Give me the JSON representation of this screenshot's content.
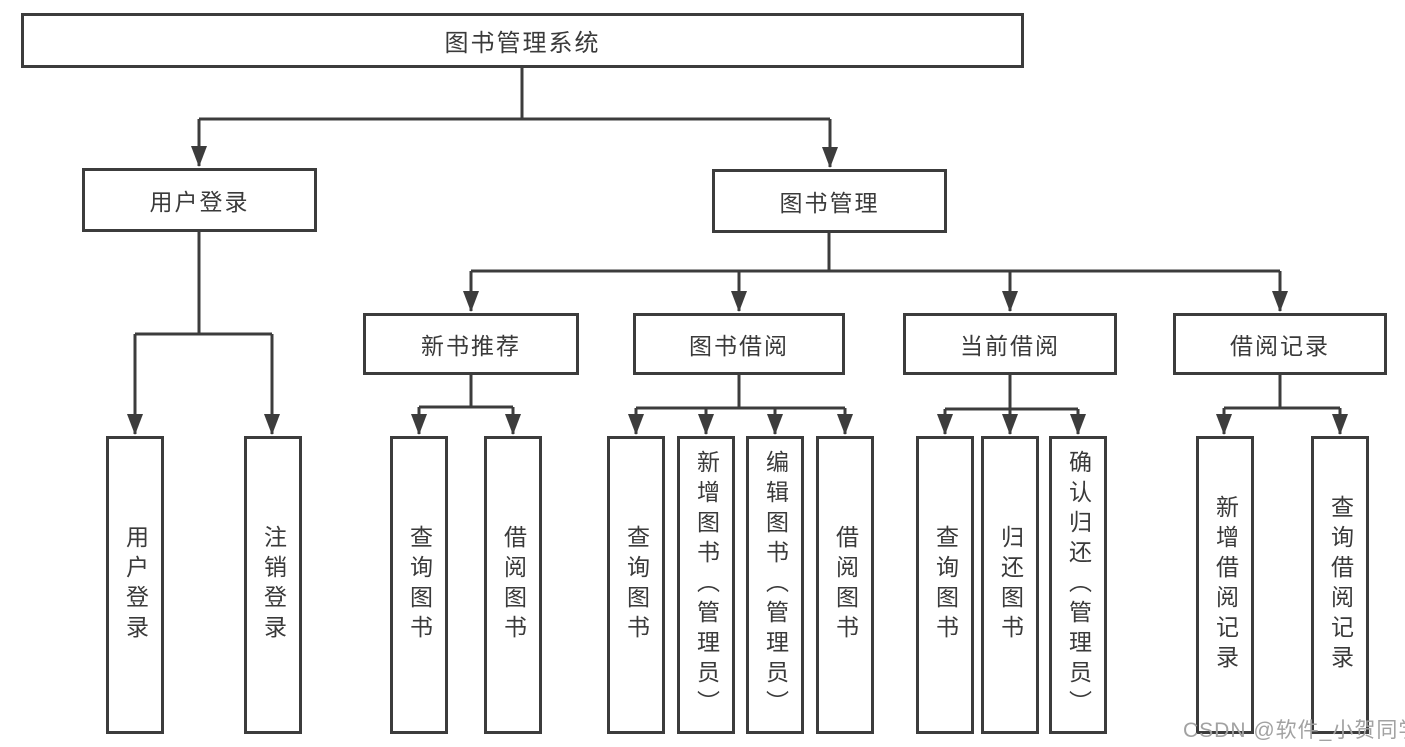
{
  "diagram": {
    "type": "hierarchy",
    "root": {
      "label": "图书管理系统"
    },
    "level2": [
      {
        "label": "用户登录"
      },
      {
        "label": "图书管理"
      }
    ],
    "level3": [
      {
        "label": "新书推荐",
        "parent": "图书管理"
      },
      {
        "label": "图书借阅",
        "parent": "图书管理"
      },
      {
        "label": "当前借阅",
        "parent": "图书管理"
      },
      {
        "label": "借阅记录",
        "parent": "图书管理"
      }
    ],
    "leaves": [
      {
        "label": "用户登录",
        "parent": "用户登录"
      },
      {
        "label": "注销登录",
        "parent": "用户登录"
      },
      {
        "label": "查询图书",
        "parent": "新书推荐"
      },
      {
        "label": "借阅图书",
        "parent": "新书推荐"
      },
      {
        "label": "查询图书",
        "parent": "图书借阅"
      },
      {
        "label": "新增图书（管理员）",
        "parent": "图书借阅"
      },
      {
        "label": "编辑图书（管理员）",
        "parent": "图书借阅"
      },
      {
        "label": "借阅图书",
        "parent": "图书借阅"
      },
      {
        "label": "查询图书",
        "parent": "当前借阅"
      },
      {
        "label": "归还图书",
        "parent": "当前借阅"
      },
      {
        "label": "确认归还（管理员）",
        "parent": "当前借阅"
      },
      {
        "label": "新增借阅记录",
        "parent": "借阅记录"
      },
      {
        "label": "查询借阅记录",
        "parent": "借阅记录"
      }
    ]
  },
  "watermark": {
    "text": "CSDN @软件_小贺同学"
  },
  "colors": {
    "line": "#3c3c3c",
    "border": "#3c3c3c",
    "text": "#3a3a3a",
    "watermark": "#a2a2a2",
    "background": "#ffffff"
  }
}
